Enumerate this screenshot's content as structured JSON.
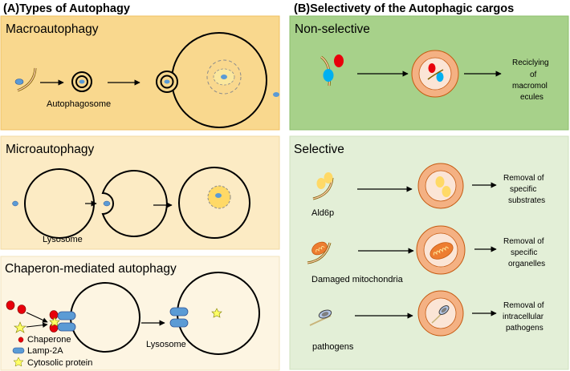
{
  "panel_a": {
    "title": "(A)Types of Autophagy",
    "macro": {
      "title": "Macroautophagy",
      "label": "Autophagosome"
    },
    "micro": {
      "title": "Microautophagy",
      "label": "Lysosome"
    },
    "cma": {
      "title": "Chaperon-mediated autophagy",
      "label": "Lysosome",
      "legend": [
        {
          "icon": "chaperone-icon",
          "text": "Chaperone"
        },
        {
          "icon": "lamp2a-icon",
          "text": "Lamp-2A"
        },
        {
          "icon": "cytosolic-protein-icon",
          "text": "Cytosolic protein"
        }
      ]
    }
  },
  "panel_b": {
    "title": "(B)Selectivety of the Autophagic cargos",
    "nonselective": {
      "title": "Non-selective",
      "result": [
        "Reciclying",
        "of",
        "macromol",
        "ecules"
      ]
    },
    "selective": {
      "title": "Selective",
      "rows": [
        {
          "cargo": "Ald6p",
          "result": [
            "Removal  of",
            "specific",
            "substrates"
          ]
        },
        {
          "cargo": "Damaged mitochondria",
          "result": [
            "Removal  of",
            "specific",
            "organelles"
          ]
        },
        {
          "cargo": "pathogens",
          "result": [
            "Removal  of",
            "intracellular",
            "pathogens"
          ]
        }
      ]
    }
  },
  "colors": {
    "macro_bg": "#f9d88e",
    "micro_bg": "#fcebc4",
    "cma_bg": "#fdf5e2",
    "nonselective_bg": "#a7d18a",
    "selective_bg": "#e3efd7",
    "cargo_blue": "#5b9bd5",
    "lysosome_outer": "#f4b183",
    "lysosome_inner": "#fbe5d6",
    "red": "#e8000b",
    "yellow": "#ffd966",
    "star": "#ffff66"
  }
}
